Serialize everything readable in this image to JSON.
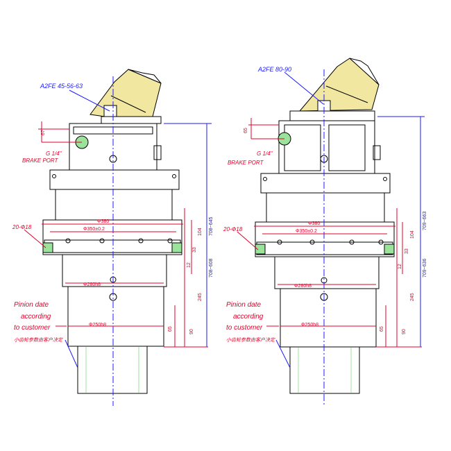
{
  "colors": {
    "outline": "#000000",
    "dimension": "#e0002a",
    "leader": "#1a1aff",
    "highlight": "#f2e7a0",
    "accent": "#9be29b"
  },
  "left": {
    "motor": "A2FE 45-56-63",
    "port": "G 1/4\"",
    "brake": "BRAKE PORT",
    "holes": "20-Φ18",
    "d_outer": "Φ380",
    "d_bolt": "Φ350±0.2",
    "d_pilot": "Φ280h8",
    "d_lower": "Φ250h8",
    "h_total": "708~645",
    "h_lower": "708~608",
    "dims_right": [
      "104",
      "33",
      "12",
      "245",
      "65",
      "90"
    ],
    "dim_top": "67",
    "pinion": [
      "Pinion date",
      "according",
      "to customer"
    ],
    "cn_note": "小齿轮参数由客户决定"
  },
  "right": {
    "motor": "A2FE 80-90",
    "port": "G 1/4\"",
    "brake": "BRAKE PORT",
    "holes": "20-Φ18",
    "d_outer": "Φ380",
    "d_bolt": "Φ350±0.2",
    "d_pilot": "Φ280h8",
    "d_lower": "Φ250h8",
    "h_total": "709~663",
    "h_lower": "709~636",
    "dims_right": [
      "104",
      "33",
      "12",
      "245",
      "65",
      "90"
    ],
    "dim_top": "65",
    "pinion": [
      "Pinion date",
      "according",
      "to customer"
    ],
    "cn_note": "小齿轮参数由客户决定"
  }
}
